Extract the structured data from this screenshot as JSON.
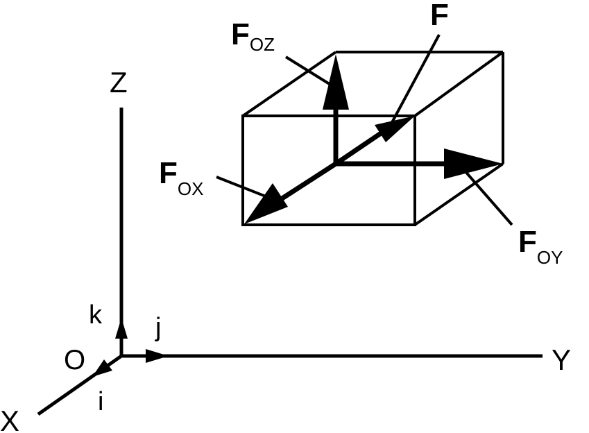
{
  "axes": {
    "x_label": "X",
    "y_label": "Y",
    "z_label": "Z",
    "origin_label": "O"
  },
  "unit_vectors": {
    "i": "i",
    "j": "j",
    "k": "k"
  },
  "force": {
    "main": "F",
    "fx_main": "F",
    "fx_sub": "OX",
    "fy_main": "F",
    "fy_sub": "OY",
    "fz_main": "F",
    "fz_sub": "OZ"
  },
  "colors": {
    "stroke": "#000000",
    "background": "#ffffff"
  }
}
